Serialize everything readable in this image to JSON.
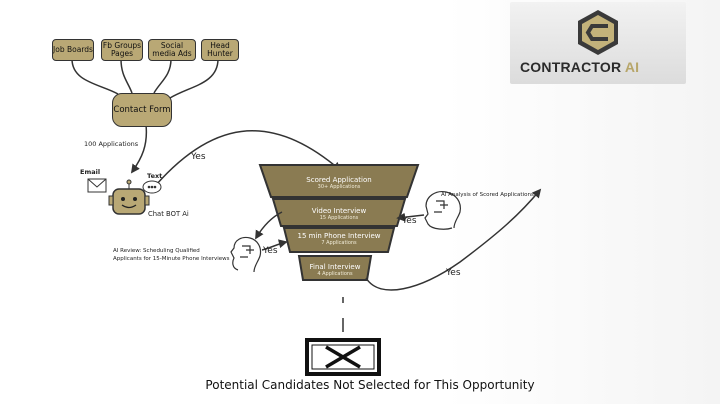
{
  "logo": {
    "brand": "CONTRACTOR",
    "brand_suffix": "AI"
  },
  "sources": [
    "Job Boards",
    "Fb Groups Pages",
    "Social media Ads",
    "Head Hunter"
  ],
  "contact_form": "Contact Form",
  "applications_note": "100 Applications",
  "channels": {
    "email": "Email",
    "text": "Text"
  },
  "chatbot_label": "Chat BOT Ai",
  "yes_label": "Yes",
  "funnel": [
    {
      "title": "Scored Application",
      "sub": "30+ Applications"
    },
    {
      "title": "Video Interview",
      "sub": "15 Applications"
    },
    {
      "title": "15 min Phone Interview",
      "sub": "7 Applications"
    },
    {
      "title": "Final Interview",
      "sub": "4 Applications"
    }
  ],
  "ai_analysis_label": "AI Analysis of Scored Applications",
  "ai_review_label_1": "AI Review: Scheduling Qualified",
  "ai_review_label_2": "Applicants for 15-Minute Phone Interviews",
  "not_selected_caption": "Potential Candidates Not Selected for This Opportunity",
  "colors": {
    "box_fill": "#b9a875",
    "funnel_fill": "#8a7b52",
    "accent": "#b7a66a"
  }
}
